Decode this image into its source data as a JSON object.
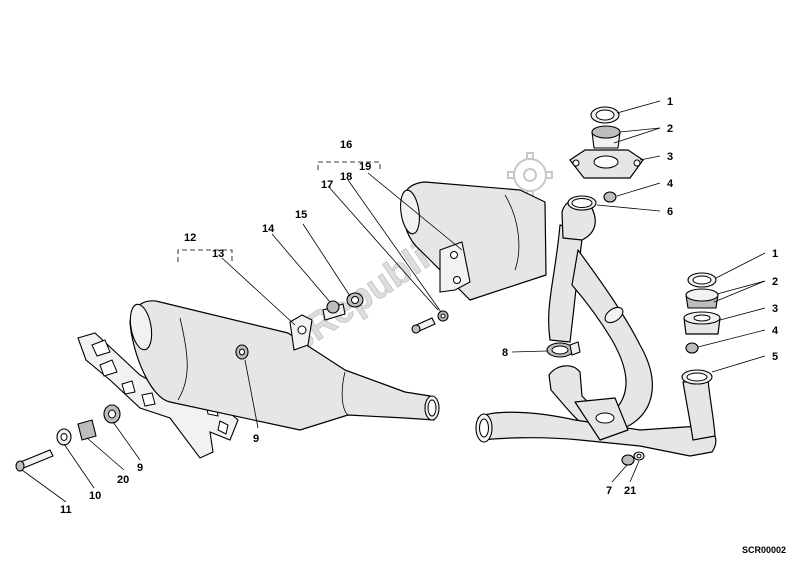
{
  "watermark": {
    "text": "PartsRepublik"
  },
  "drawing_code": "SCR00002",
  "callouts": [
    {
      "id": "c1a",
      "label": "1"
    },
    {
      "id": "c2a",
      "label": "2"
    },
    {
      "id": "c3a",
      "label": "3"
    },
    {
      "id": "c4a",
      "label": "4"
    },
    {
      "id": "c6a",
      "label": "6"
    },
    {
      "id": "c1b",
      "label": "1"
    },
    {
      "id": "c2b",
      "label": "2"
    },
    {
      "id": "c3b",
      "label": "3"
    },
    {
      "id": "c4b",
      "label": "4"
    },
    {
      "id": "c5b",
      "label": "5"
    },
    {
      "id": "c8",
      "label": "8"
    },
    {
      "id": "c7",
      "label": "7"
    },
    {
      "id": "c21",
      "label": "21"
    },
    {
      "id": "c16",
      "label": "16"
    },
    {
      "id": "c17",
      "label": "17"
    },
    {
      "id": "c18",
      "label": "18"
    },
    {
      "id": "c19",
      "label": "19"
    },
    {
      "id": "c12",
      "label": "12"
    },
    {
      "id": "c13",
      "label": "13"
    },
    {
      "id": "c14",
      "label": "14"
    },
    {
      "id": "c15",
      "label": "15"
    },
    {
      "id": "c9a",
      "label": "9"
    },
    {
      "id": "c9b",
      "label": "9"
    },
    {
      "id": "c11",
      "label": "11"
    },
    {
      "id": "c10",
      "label": "10"
    },
    {
      "id": "c20",
      "label": "20"
    }
  ]
}
